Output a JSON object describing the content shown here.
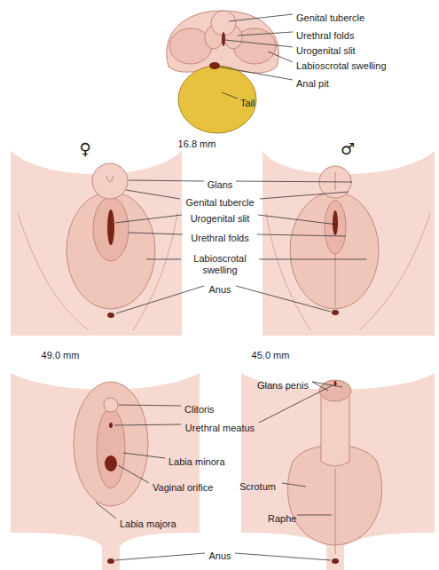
{
  "diagram": {
    "labels": [
      "Genital tubercle",
      "Urethral folds",
      "Urogenital slit",
      "Labioscrotal swelling",
      "Anal pit",
      "Tail",
      "16.8 mm",
      "♀",
      "♂",
      "Glans",
      "Genital tubercle",
      "Urogenital slit",
      "Urethral folds",
      "Labioscrotal swelling",
      "Anus",
      "49.0 mm",
      "45.0 mm",
      "Glans penis",
      "Clitoris",
      "Urethral meatus",
      "Labia minora",
      "Scrotum",
      "Vaginal orifice",
      "Raphe",
      "Labia majora",
      "Anus"
    ]
  }
}
